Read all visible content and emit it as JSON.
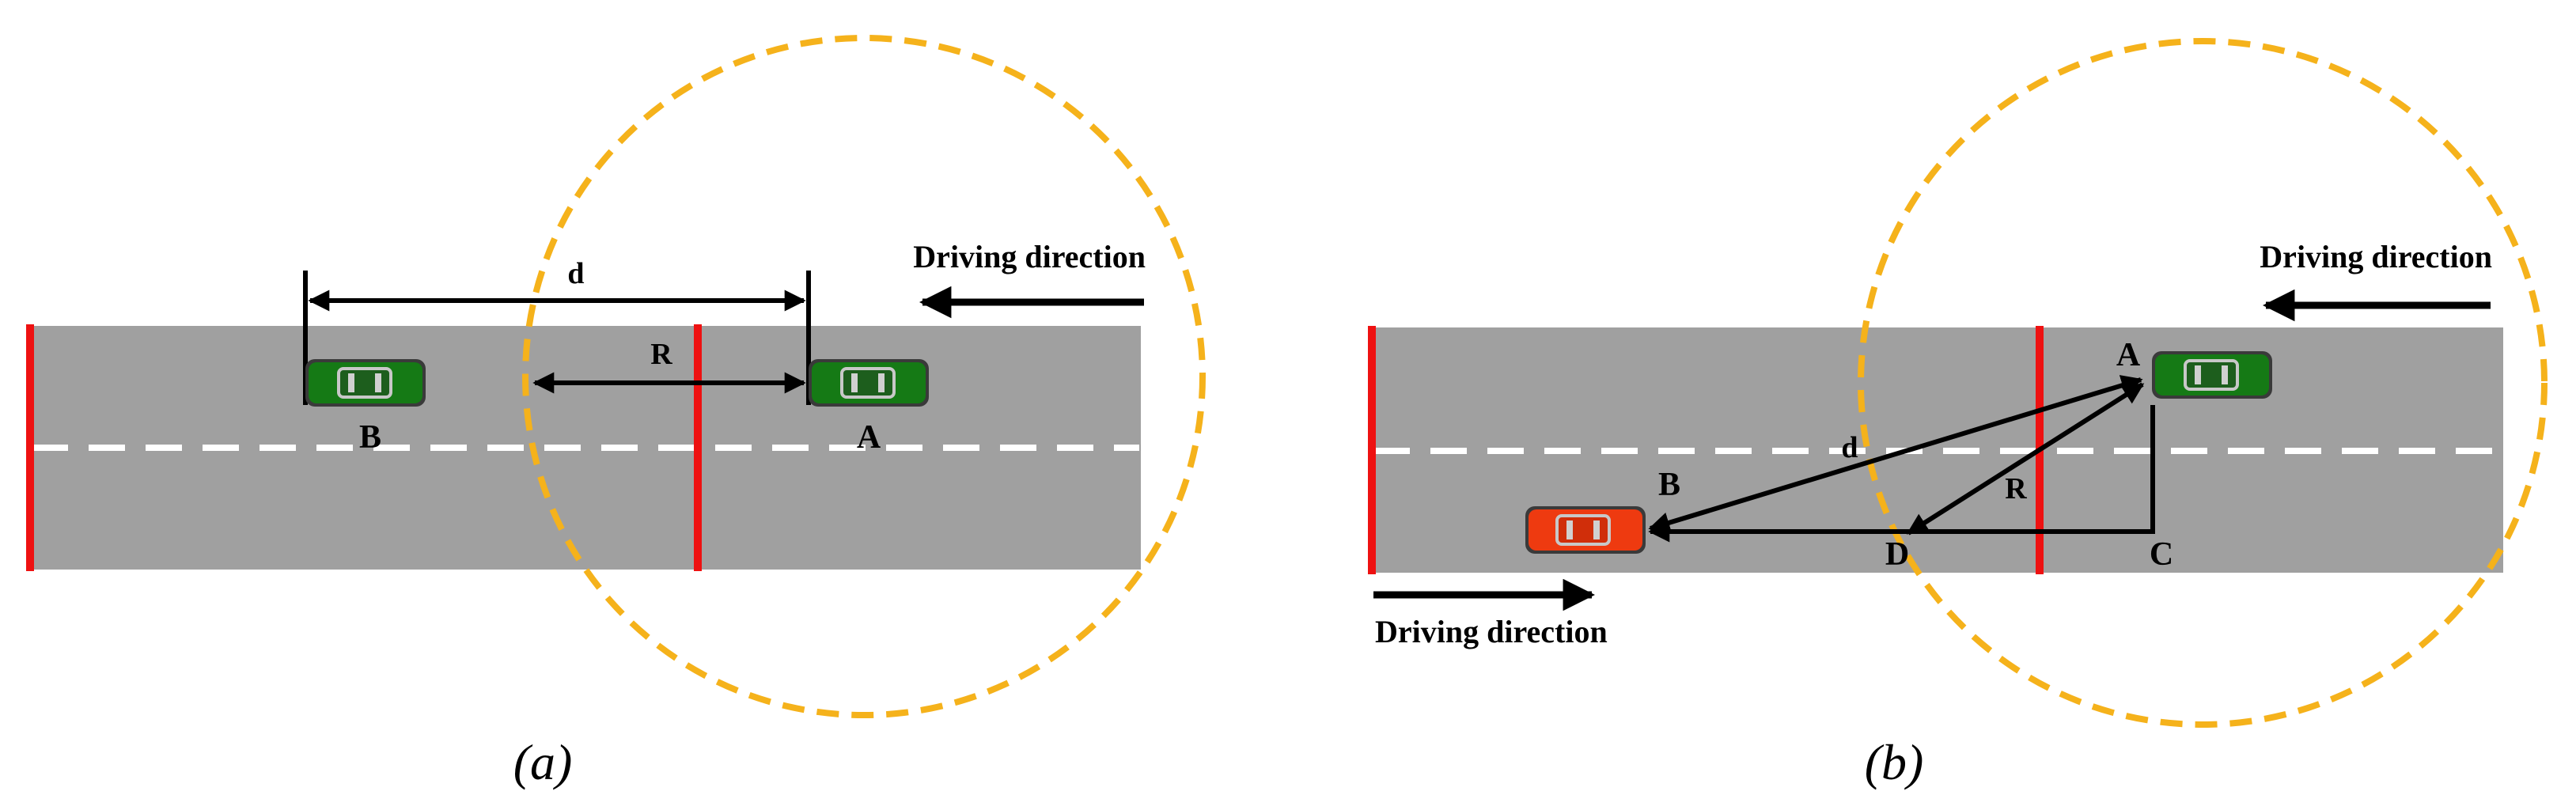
{
  "panel_a": {
    "caption": "(a)",
    "direction_label": "Driving direction",
    "distance_label": "d",
    "range_label": "R",
    "car_b_label": "B",
    "car_a_label": "A"
  },
  "panel_b": {
    "caption": "(b)",
    "direction_label_top": "Driving direction",
    "direction_label_bottom": "Driving direction",
    "distance_label": "d",
    "range_label": "R",
    "point_a_label": "A",
    "point_b_label": "B",
    "point_c_label": "C",
    "point_d_label": "D"
  },
  "colors": {
    "road": "#a0a0a0",
    "lane_marking": "#ffffff",
    "boundary": "#ee1111",
    "range_circle": "#f5b21b",
    "car_green": "#157a15",
    "car_red": "#ee3a10",
    "arrow": "#000000"
  }
}
